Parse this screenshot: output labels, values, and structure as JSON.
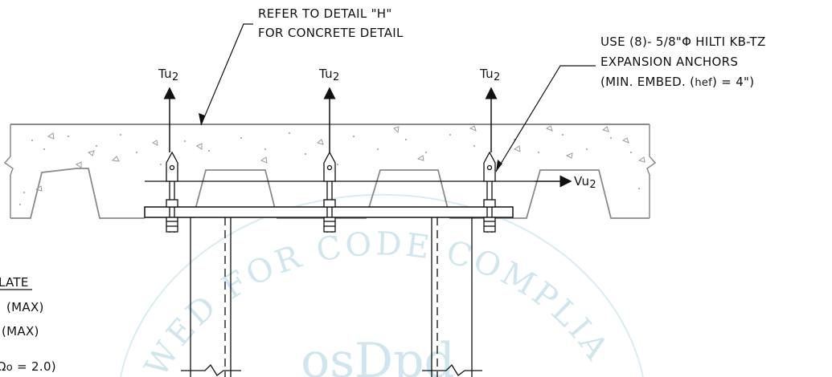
{
  "callouts": {
    "detail_ref_line1": "REFER TO DETAIL \"H\"",
    "detail_ref_line2": "FOR CONCRETE DETAIL",
    "anchor_line1": "USE (8)- 5/8\"Φ HILTI KB-TZ",
    "anchor_line2": "EXPANSION ANCHORS",
    "anchor_line3_prefix": "(MIN. EMBED. (",
    "anchor_line3_sub": "hef",
    "anchor_line3_suffix": ") = 4\")"
  },
  "loads": {
    "tension_label_main": "Tu",
    "tension_label_sub": "2",
    "shear_label_main": "Vu",
    "shear_label_sub": "2"
  },
  "side_notes": {
    "title_fragment": "LATE",
    "line1": "(MAX)",
    "line2": "(MAX)",
    "line3_symbol": "Ω",
    "line3_sub": "o",
    "line3_rest": " = 2.0)"
  },
  "watermark": {
    "arc_text": "VIEWED FOR CODE COMPLIANCE",
    "logo_text": "osDpd"
  },
  "colors": {
    "line": "#111111",
    "concrete": "#8a8a8a",
    "watermark": "#cfe6ee"
  }
}
